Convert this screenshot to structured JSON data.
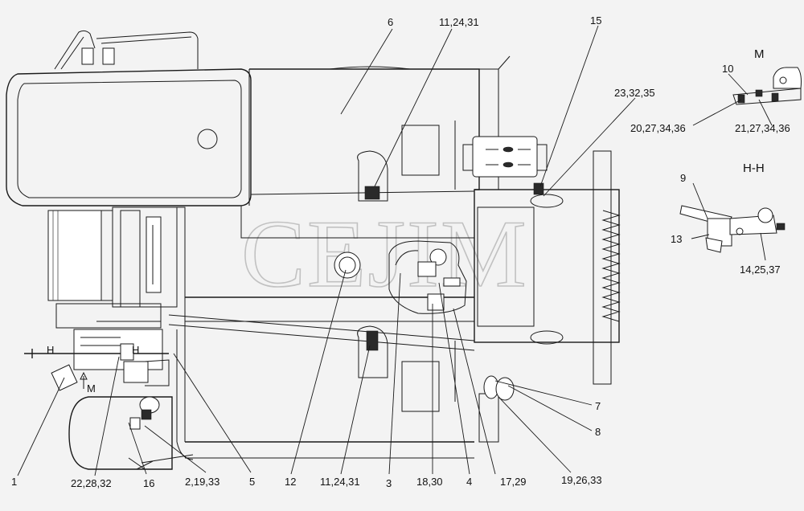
{
  "watermark": "CEJIM",
  "view_labels": {
    "m": "M",
    "hh": "H-H",
    "m_arrow": "M",
    "h_left": "H",
    "h_right": "H"
  },
  "callouts": {
    "c1": "1",
    "c22_28_32": "22,28,32",
    "c16": "16",
    "c2_19_33": "2,19,33",
    "c5": "5",
    "c12": "12",
    "c11_24_31_bottom": "11,24,31",
    "c3": "3",
    "c18_30": "18,30",
    "c4": "4",
    "c17_29": "17,29",
    "c19_26_33": "19,26,33",
    "c7": "7",
    "c8": "8",
    "c6": "6",
    "c11_24_31_top": "11,24,31",
    "c15": "15",
    "c23_32_35": "23,32,35",
    "c10": "10",
    "c20_27_34_36": "20,27,34,36",
    "c21_27_34_36": "21,27,34,36",
    "c9": "9",
    "c13": "13",
    "c14_25_37": "14,25,37"
  }
}
